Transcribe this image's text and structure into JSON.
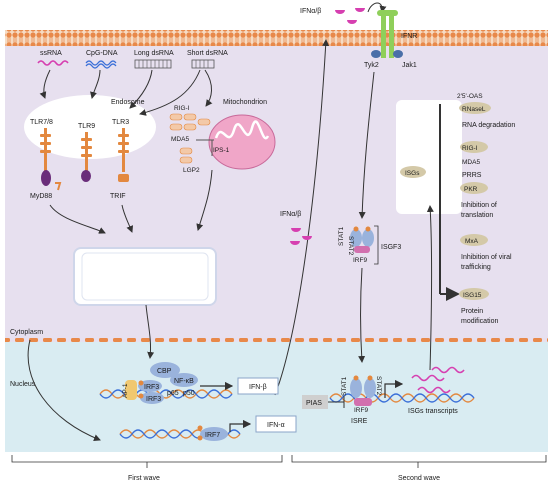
{
  "membrane_labels": {
    "cytoplasm": "Cytoplasm",
    "nucleus": "Nucleus"
  },
  "ligands": {
    "ssRNA": "ssRNA",
    "cpg": "CpG-DNA",
    "long_ds": "Long dsRNA",
    "short_ds": "Short dsRNA"
  },
  "receptors": {
    "endosome": "Endosome",
    "tlr78": "TLR7/8",
    "tlr9": "TLR9",
    "tlr3": "TLR3",
    "myd88": "MyD88",
    "trif": "TRIF"
  },
  "mito": {
    "label": "Mitochondrion",
    "rigi": "RIG-I",
    "mda5": "MDA5",
    "ips1": "IPS-1",
    "lgp2": "LGP2"
  },
  "ifnr": {
    "ifn_top": "IFNα/β",
    "ifnr": "IFNR",
    "tyk2": "Tyk2",
    "jak1": "Jak1",
    "ifn_mid": "IFNα/β"
  },
  "isgf3": {
    "stat2": "STAT2",
    "stat1": "STAT1",
    "irf9": "IRF9",
    "label": "ISGF3"
  },
  "isg_box": {
    "isgs": "ISGs"
  },
  "effectors": [
    {
      "oas": "2'5'-OAS",
      "name": "RNaseL",
      "desc": "RNA degradation"
    },
    {
      "name": "RIG-I",
      "name2": "MDA5",
      "desc": "PRRS"
    },
    {
      "name": "PKR",
      "desc": "Inhibition of",
      "desc2": "translation"
    },
    {
      "name": "MxA",
      "desc": "Inhibition of viral",
      "desc2": "trafficking"
    },
    {
      "name": "ISG15",
      "desc": "Protein",
      "desc2": "modification"
    }
  ],
  "nucleus": {
    "cbp": "CBP",
    "nfkb": "NF-κB",
    "ap1": "AP-1",
    "irf3a": "IRF3",
    "irf3b": "IRF3",
    "p65": "p65",
    "p50": "p50",
    "ifnb": "IFN-β",
    "irf7": "IRF7",
    "ifna": "IFN-α",
    "pias": "PIAS",
    "stat1": "STAT1",
    "stat2": "STAT2",
    "irf9": "IRF9",
    "isre": "ISRE",
    "transcripts": "ISGs transcripts"
  },
  "waves": {
    "first": "First wave",
    "second": "Second wave"
  },
  "colors": {
    "cytoplasm": "#e7e0ef",
    "nucleus": "#d9ecf2",
    "membrane": "#e8894a",
    "mito": "#f0a6c8",
    "ligand": "#d63fb0",
    "tlr": "#e3883f",
    "effector": "#d4c9a8"
  }
}
